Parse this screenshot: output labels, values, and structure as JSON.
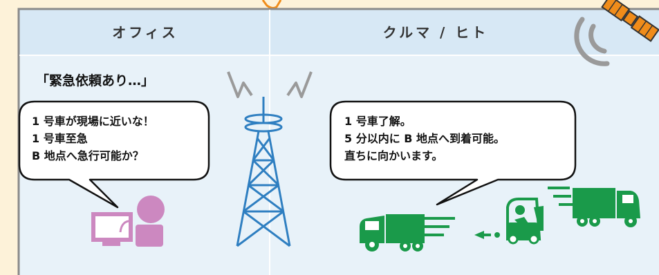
{
  "headers": {
    "office": "オフィス",
    "vehicle_person": "クルマ / ヒト"
  },
  "office_headline": "「緊急依頼あり…」",
  "office_bubble": {
    "lines": [
      "1 号車が現場に近いな！",
      "1 号車至急",
      "B 地点へ急行可能か？"
    ]
  },
  "vehicle_bubble": {
    "lines": [
      "1 号車了解。",
      "5 分以内に B 地点へ到着可能。",
      "直ちに向かいます。"
    ]
  },
  "colors": {
    "background_cream": "#fdf2d9",
    "panel_blue": "#e8f2f9",
    "header_blue": "#d7e8f5",
    "border_gray": "#8a8a8a",
    "tower_blue": "#2f7fc1",
    "truck_green": "#1a9a4a",
    "operator_pink": "#cc88c0",
    "satellite_orange": "#f08c1a"
  },
  "icons": [
    "satellite-icon",
    "signal-wave-icon",
    "radio-tower-icon",
    "office-operator-icon",
    "delivery-truck-icon",
    "forklift-icon"
  ]
}
